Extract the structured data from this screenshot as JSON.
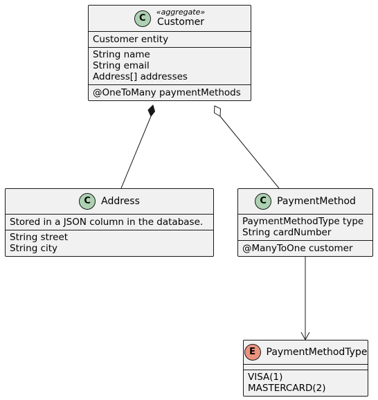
{
  "classes": {
    "customer": {
      "stereotype": "«aggregate»",
      "name": "Customer",
      "description": "Customer entity",
      "fields": [
        "String name",
        "String email",
        "Address[] addresses"
      ],
      "relations": [
        "@OneToMany paymentMethods"
      ]
    },
    "address": {
      "name": "Address",
      "description": "Stored in a JSON column in the database.",
      "fields": [
        "String street",
        "String city"
      ]
    },
    "payment_method": {
      "name": "PaymentMethod",
      "fields": [
        "PaymentMethodType type",
        "String cardNumber"
      ],
      "relations": [
        "@ManyToOne customer"
      ]
    },
    "payment_method_type": {
      "name": "PaymentMethodType",
      "values": [
        "VISA(1)",
        "MASTERCARD(2)"
      ]
    }
  },
  "icons": {
    "class_glyph": "C",
    "enum_glyph": "E",
    "class_color": "#add1b2",
    "enum_color": "#eb937f"
  },
  "relationships": [
    {
      "from": "Customer",
      "to": "Address",
      "kind": "composition"
    },
    {
      "from": "Customer",
      "to": "PaymentMethod",
      "kind": "aggregation"
    },
    {
      "from": "PaymentMethod",
      "to": "PaymentMethodType",
      "kind": "association"
    }
  ]
}
